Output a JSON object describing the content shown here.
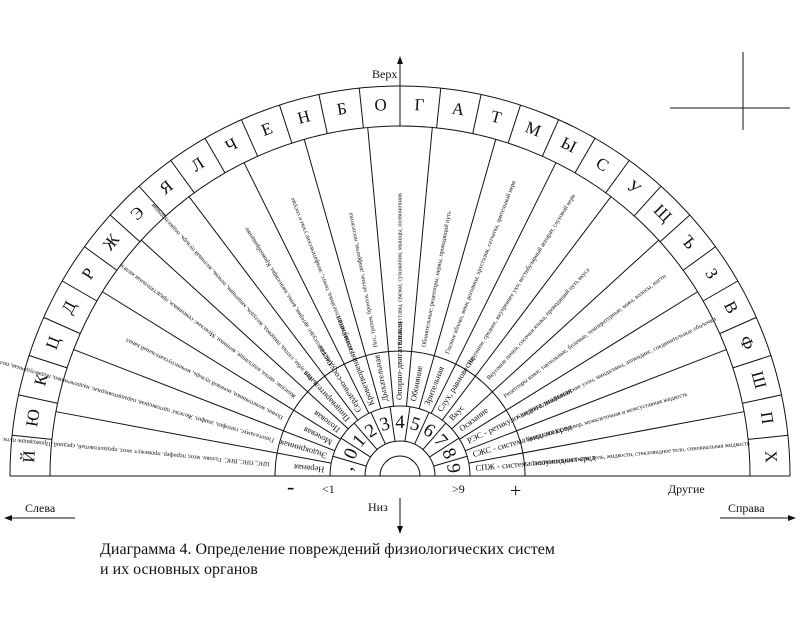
{
  "axis": {
    "top": "Верх",
    "bottom": "Низ",
    "left": "Слева",
    "right": "Справа"
  },
  "scale": {
    "minus": "-",
    "less_than_one": "<1",
    "greater_than_nine": ">9",
    "plus": "+",
    "others": "Другие"
  },
  "numbers": [
    ",",
    "0",
    "1",
    "2",
    "3",
    "4",
    "5",
    "6",
    "7",
    "8",
    "9"
  ],
  "letters": [
    "Й",
    "Ю",
    "К",
    "Ц",
    "Д",
    "Р",
    "Ж",
    "Э",
    "Я",
    "Л",
    "Ч",
    "Е",
    "Н",
    "Б",
    "О",
    "Г",
    "А",
    "Т",
    "М",
    "Ы",
    "С",
    "У",
    "Щ",
    "Ъ",
    "З",
    "В",
    "Ф",
    "Ш",
    "П",
    "Х"
  ],
  "systems": [
    "Нервная",
    "Эндокринная",
    "Мочевая",
    "Половая",
    "Пищеварительная",
    "Сердечно-сосудистая",
    "Кроветворения, иммунная",
    "Дыхательная",
    "Опорно-двигательная",
    "Обоняние",
    "Зрительная",
    "Слух, равновесие",
    "Вкус",
    "Осязание",
    "РЭС - ретикуло-эндотелиальная",
    "СЖС - система жидких сред",
    "СПЖ - система полужидких сред"
  ],
  "organs": [
    "ЦНС, ПНС, ВНС. Головн. мозг, перифер. промежут. мозг, продолговатый, средний. Проводящие пути. Спинн. мозг",
    "Гипоталамус, гипофиз, эпифиз. Железы: щитовидная, паращитовидные, надпочечники, поджелудочная, половые железы (м), яичники (ж)",
    "Почки, мочеточники, мочевой пузырь, мочеиспускательный канал",
    "Женские: матка, влагалище, яичники. Мужские: семенники, предстательная железа",
    "Рот, зубы, глотка, пищевод, желудок, кишечник, печень, желчный пузырь, поджелудочная",
    "Сердце, сосуды: артерии, вены, капилляры. Кровообращение",
    "Костный мозг, селезёнка, тимус, лимфатические узлы и сосуды",
    "Нос, трахея, бронхи, лёгкие, диафрагма, носоглотка",
    "Кости, суставы, связки, сухожилия, мышцы, позвоночник",
    "Обонятельные: рецепторы, нервы, проводящий путь",
    "Глазное яблоко, веки, роговица, хрусталик, сетчатка, зрительный нерв",
    "Наружное, среднее, внутреннее ухо, вестибулярный аппарат, слуховой нерв",
    "Вкусовые почки, сосочки языка, проводящий путь вкуса",
    "Рецепторы кожи: тактильные, болевые, температурные; кожа, волосы, ногти",
    "Селезёнка, лимфатические узлы, миндалины, аппендикс, соединительные оболочки",
    "Кровь, лимфа, ликвор, межклеточная и межсуставная жидкость",
    "Соединительная ткань, гель, жидкости, стекловидное тело, синовиальная жидкость"
  ],
  "caption": {
    "line1": "Диаграмма 4. Определение повреждений физиологических систем",
    "line2": "и их основных органов"
  }
}
